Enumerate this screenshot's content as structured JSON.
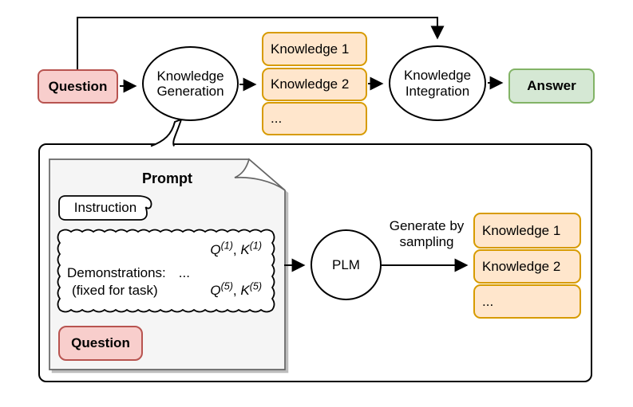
{
  "top_flow": {
    "question_label": "Question",
    "generation_ellipse": {
      "line1": "Knowledge",
      "line2": "Generation"
    },
    "knowledge_stack": [
      "Knowledge 1",
      "Knowledge 2",
      "..."
    ],
    "integration_ellipse": {
      "line1": "Knowledge",
      "line2": "Integration"
    },
    "answer_label": "Answer"
  },
  "generation_detail": {
    "prompt_title": "Prompt",
    "instruction_label": "Instruction",
    "demonstrations": {
      "pair1": {
        "q": "Q",
        "q_sup": "(1)",
        "comma": ",",
        "k": "K",
        "k_sup": "(1)"
      },
      "label": "Demonstrations:",
      "ellipsis": "...",
      "fixed_note": "(fixed for task)",
      "pair5": {
        "q": "Q",
        "q_sup": "(5)",
        "comma": ",",
        "k": "K",
        "k_sup": "(5)"
      }
    },
    "question_label": "Question",
    "plm_label": "PLM",
    "arrow_label": {
      "line1": "Generate by",
      "line2": "sampling"
    },
    "knowledge_stack": [
      "Knowledge 1",
      "Knowledge 2",
      "..."
    ]
  },
  "colors": {
    "question_fill": "#f8cecc",
    "question_border": "#b85450",
    "knowledge_fill": "#ffe6cc",
    "knowledge_border": "#d79b00",
    "answer_fill": "#d5e8d4",
    "answer_border": "#82b366",
    "panel_fill": "#f5f5f5",
    "panel_border": "#666666",
    "line_color": "#000000"
  }
}
